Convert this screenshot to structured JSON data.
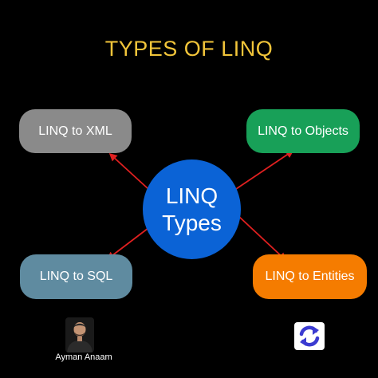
{
  "title": "TYPES OF LINQ",
  "center": {
    "line1": "LINQ",
    "line2": "Types",
    "color": "#0b63d6"
  },
  "nodes": [
    {
      "label": "LINQ to XML",
      "color": "#8a8a8a"
    },
    {
      "label": "LINQ to Objects",
      "color": "#18a058"
    },
    {
      "label": "LINQ to SQL",
      "color": "#5f8ba0"
    },
    {
      "label": "LINQ to Entities",
      "color": "#f57c00"
    }
  ],
  "arrow_color": "#e02020",
  "author": {
    "name": "Ayman Anaam",
    "avatar_icon": "person-photo-icon"
  },
  "logo": {
    "icon": "sync-arrows-icon",
    "color": "#3b3bd1"
  }
}
